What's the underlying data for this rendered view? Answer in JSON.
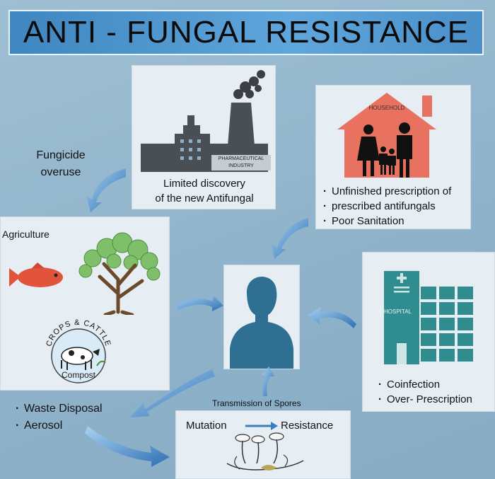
{
  "title": "ANTI - FUNGAL RESISTANCE",
  "fungicide_overuse": [
    "Fungicide",
    "overuse"
  ],
  "industry": {
    "sign_line1": "PHARMACEUTICAL",
    "sign_line2": "INDUSTRY",
    "caption_line1": "Limited discovery",
    "caption_line2": "of the new Antifungal"
  },
  "household": {
    "sign": "HOUSEHOLD",
    "bullets": [
      "Unfinished prescription of",
      "prescribed antifungals",
      "Poor Sanitation"
    ]
  },
  "agriculture": {
    "label": "Agriculture",
    "badge_arc": "CROPS & CATTLE",
    "badge_label": "Compost"
  },
  "hospital": {
    "sign": "HOSPITAL",
    "bullets": [
      "Coinfection",
      "Over- Prescription"
    ]
  },
  "waste": {
    "bullets": [
      "Waste Disposal",
      "Aerosol"
    ]
  },
  "spores": {
    "transmission": "Transmission of Spores",
    "mutation": "Mutation",
    "resistance": "Resistance"
  },
  "colors": {
    "title_bar": "#4a8fc8",
    "factory": "#4a4f55",
    "house": "#e8725f",
    "hospital": "#2f8d8f",
    "person": "#2f6f92",
    "arrow": "#3a7ec0",
    "fish": "#e2533c"
  }
}
